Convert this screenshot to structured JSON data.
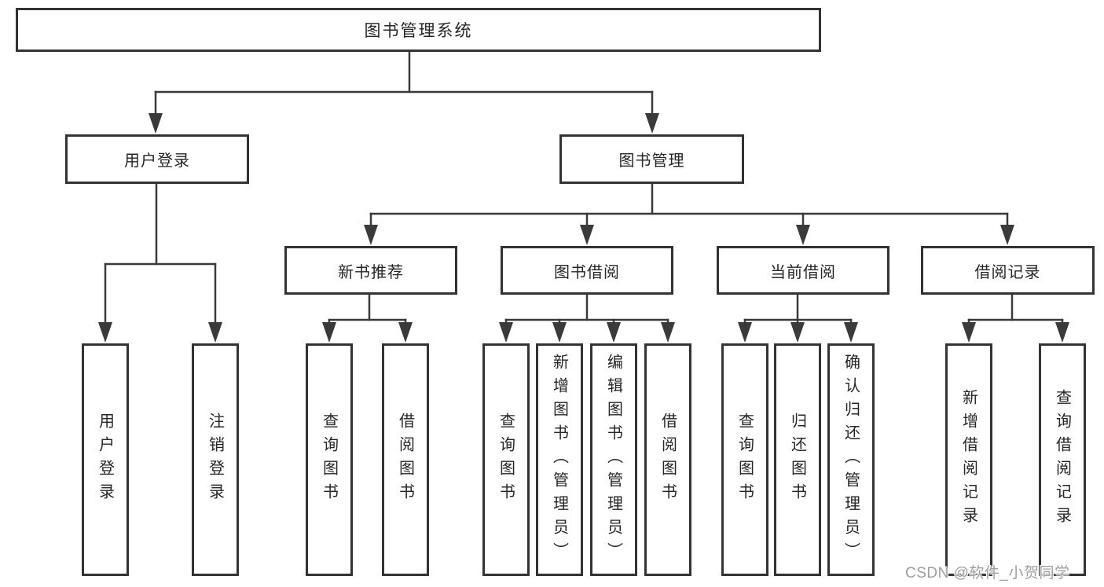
{
  "colors": {
    "line": "#3a3a3a",
    "box_border": "#333333",
    "text": "#262626",
    "watermark": "#9f9f9f",
    "background": "#ffffff"
  },
  "tree": {
    "root": {
      "label": "图书管理系统"
    },
    "branches": [
      {
        "label": "用户登录",
        "children": [
          {
            "label": "用户登录"
          },
          {
            "label": "注销登录"
          }
        ]
      },
      {
        "label": "图书管理",
        "children": [
          {
            "label": "新书推荐",
            "children": [
              {
                "label": "查询图书"
              },
              {
                "label": "借阅图书"
              }
            ]
          },
          {
            "label": "图书借阅",
            "children": [
              {
                "label": "查询图书"
              },
              {
                "label": "新增图书（管理员）"
              },
              {
                "label": "编辑图书（管理员）"
              },
              {
                "label": "借阅图书"
              }
            ]
          },
          {
            "label": "当前借阅",
            "children": [
              {
                "label": "查询图书"
              },
              {
                "label": "归还图书"
              },
              {
                "label": "确认归还（管理员）"
              }
            ]
          },
          {
            "label": "借阅记录",
            "children": [
              {
                "label": "新增借阅记录"
              },
              {
                "label": "查询借阅记录"
              }
            ]
          }
        ]
      }
    ]
  },
  "watermark": {
    "text": "CSDN @软件_小贺同学"
  }
}
